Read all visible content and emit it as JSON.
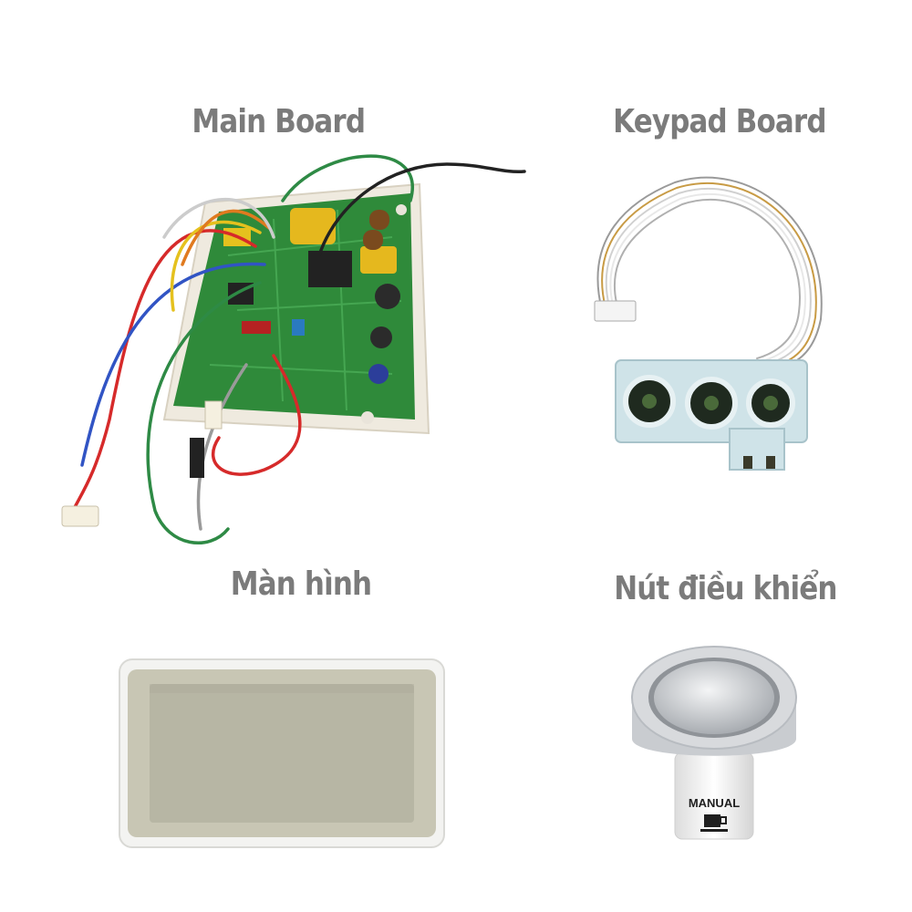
{
  "products": [
    {
      "label": "Main Board"
    },
    {
      "label": "Keypad Board"
    },
    {
      "label": "Màn hình"
    },
    {
      "label": "Nút điều khiển",
      "marking": "MANUAL",
      "icon": "coffee-cup-icon"
    }
  ],
  "colors": {
    "label_text": "#7b7b7b",
    "pcb_green": "#2f8a3a",
    "housing_white": "#f1ece0",
    "lcd_panel": "#b7b6a4",
    "chrome": "#c9ccd0"
  }
}
